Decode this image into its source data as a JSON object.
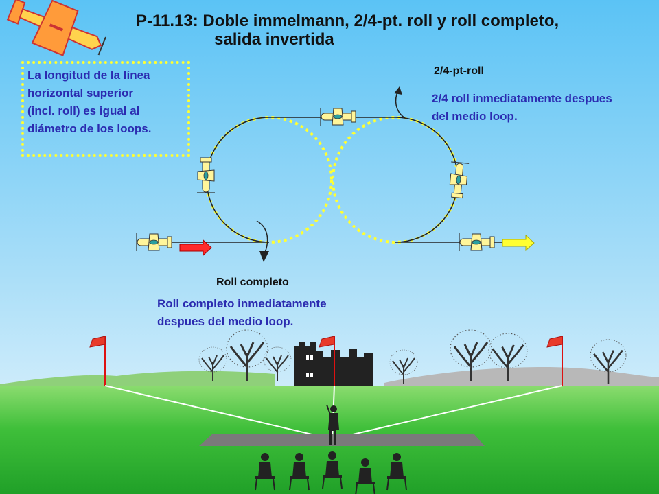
{
  "title": {
    "line1": "P-11.13: Doble immelmann, 2/4-pt. roll y roll completo,",
    "line2": "salida invertida"
  },
  "note": {
    "lines": [
      "La longitud de la línea",
      "horizontal superior",
      "(incl. roll) es igual al",
      "diámetro de los loops."
    ]
  },
  "labels": {
    "quarter_roll_title": "2/4-pt-roll",
    "quarter_roll_desc": [
      "2/4 roll inmediatamente despues",
      "del medio loop."
    ],
    "full_roll_title": "Roll completo",
    "full_roll_desc": [
      "Roll completo inmediatamente",
      "despues del medio loop."
    ]
  },
  "colors": {
    "sky": "#5bc3f5",
    "ground": "#3fbf3a",
    "helper_circle": "#ffff33",
    "text_blue": "#2b2bb0",
    "entry_arrow": "#ff2a2a",
    "exit_arrow": "#ffff33",
    "flag": "#e83a2a"
  },
  "icons": [
    "aerobatic-plane-logo",
    "plane-icon",
    "flag-icon",
    "tree-icon",
    "castle-silhouette",
    "pilot-silhouette",
    "judge-silhouette"
  ]
}
